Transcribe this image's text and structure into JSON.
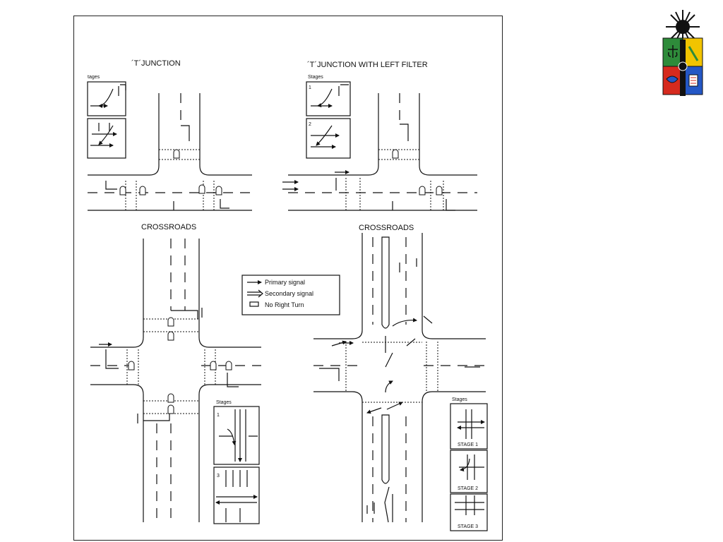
{
  "panels": {
    "t_junction": {
      "title": "´T´JUNCTION",
      "stages_label": "tages"
    },
    "t_junction_filter": {
      "title": "´T´JUNCTION WITH LEFT FILTER",
      "stages_label": "Stages"
    },
    "crossroads_left": {
      "title": "CROSSROADS",
      "stages_label": "Stages",
      "stage_numbers": [
        "1",
        "3"
      ]
    },
    "crossroads_right": {
      "title": "CROSSROADS",
      "stages_label": "Stages",
      "stage_captions": [
        "STAGE 1",
        "STAGE 2",
        "STAGE 3"
      ]
    }
  },
  "legend": {
    "primary": "Primary signal",
    "secondary": "Secondary signal",
    "no_right_turn": "No Right Turn"
  },
  "logo": {
    "colors": {
      "green": "#2e8b3a",
      "yellow": "#f2c400",
      "red": "#d62a1e",
      "blue": "#2457c5"
    }
  }
}
